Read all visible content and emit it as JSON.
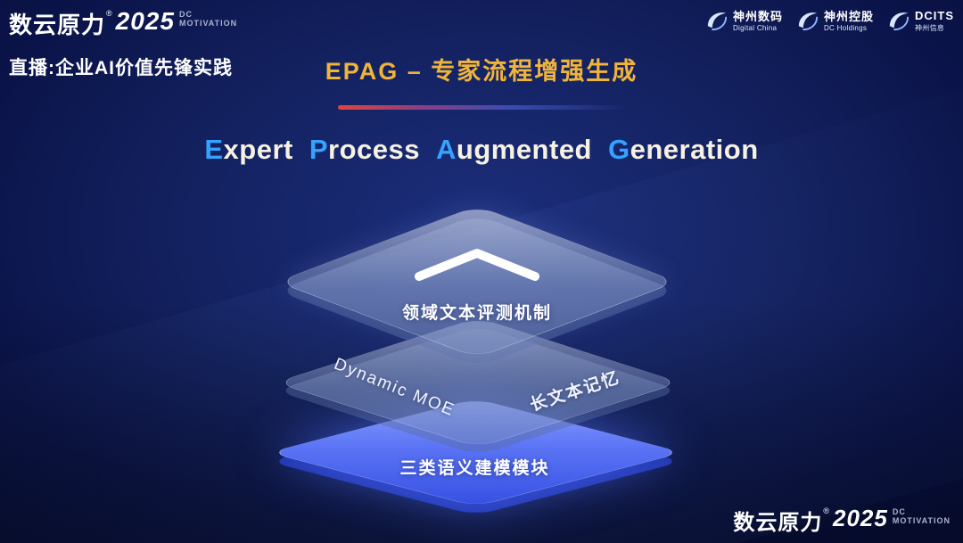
{
  "header": {
    "brand": {
      "name": "数云原力",
      "reg": "®",
      "year": "2025",
      "line1": "DC",
      "line2": "MOTIVATION"
    },
    "live_label": "直播:企业AI价值先锋实践",
    "title_cn": "EPAG – 专家流程增强生成",
    "title_en": {
      "full": "Expert Process Augmented Generation",
      "words": [
        {
          "cap": "E",
          "rest": "xpert"
        },
        {
          "cap": "P",
          "rest": "rocess"
        },
        {
          "cap": "A",
          "rest": "ugmented"
        },
        {
          "cap": "G",
          "rest": "eneration"
        }
      ]
    },
    "partners": [
      {
        "name": "神州数码",
        "sub": "Digital China"
      },
      {
        "name": "神州控股",
        "sub": "DC Holdings"
      },
      {
        "name": "DCITS",
        "sub": "神州信息"
      }
    ]
  },
  "diagram": {
    "top_layer": {
      "label": "领域文本评测机制",
      "icon": "chevron-up-icon"
    },
    "middle_layer": {
      "label_left": "Dynamic MOE",
      "label_right": "长文本记忆"
    },
    "bottom_layer": {
      "label": "三类语义建模模块"
    }
  },
  "footer": {
    "brand": {
      "name": "数云原力",
      "reg": "®",
      "year": "2025",
      "line1": "DC",
      "line2": "MOTIVATION"
    }
  },
  "colors": {
    "background_navy": "#0a1348",
    "title_gold": "#f0b43a",
    "caps_blue": "#35a2ff",
    "divider_red": "#e0433a",
    "divider_blue": "#3a4cb0",
    "layer_glass": "rgba(210,225,250,0.4)",
    "layer_blue": "#5b74f5"
  }
}
